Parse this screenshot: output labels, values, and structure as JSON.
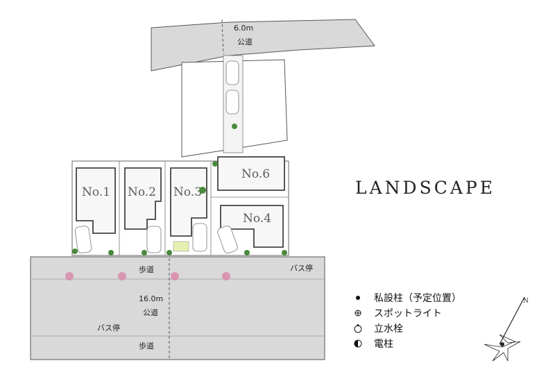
{
  "title": "LANDSCAPE",
  "roads": {
    "north_width": "6.0m",
    "north_type": "公道",
    "south_width": "16.0m",
    "south_type": "公道",
    "sidewalk_top": "歩道",
    "sidewalk_bottom": "歩道",
    "bus_stop_right": "バス停",
    "bus_stop_left": "バス停"
  },
  "lots": [
    {
      "label": "No.1"
    },
    {
      "label": "No.2"
    },
    {
      "label": "No.3"
    },
    {
      "label": "No.4"
    },
    {
      "label": "No.6"
    }
  ],
  "legend": [
    {
      "icon": "private-pole-icon",
      "label": "私設柱（予定位置）"
    },
    {
      "icon": "spotlight-icon",
      "label": "スポットライト"
    },
    {
      "icon": "hydrant-icon",
      "label": "立水栓"
    },
    {
      "icon": "utility-pole-icon",
      "label": "電柱"
    }
  ],
  "compass_letter": "N",
  "colors": {
    "road": "#d9d9d9",
    "lot_border": "#555555",
    "tree": "#4a8a3c",
    "flower": "#d98aa8"
  }
}
